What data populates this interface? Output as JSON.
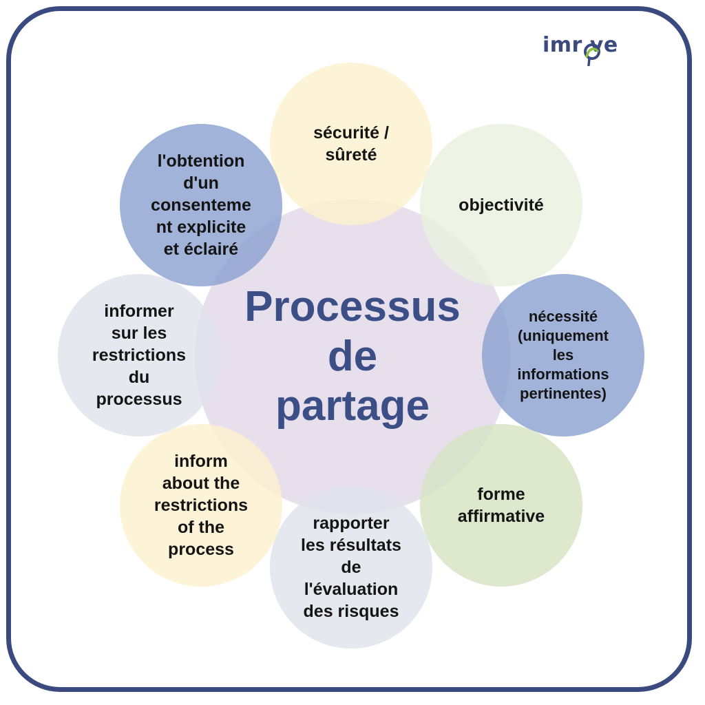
{
  "logo": {
    "text_before": "im",
    "text_after": "r ve"
  },
  "center": {
    "title": "Processus\nde\npartage"
  },
  "petals": [
    {
      "label": "sécurité /\nsûreté"
    },
    {
      "label": "objectivité"
    },
    {
      "label": "nécessité\n(uniquement\nles\ninformations\npertinentes)"
    },
    {
      "label": "forme\naffirmative"
    },
    {
      "label": "rapporter\nles résultats\nde\nl'évaluation\ndes risques"
    },
    {
      "label": "inform\nabout the\nrestrictions\nof the\nprocess"
    },
    {
      "label": "informer\nsur les\nrestrictions\ndu\nprocessus"
    },
    {
      "label": "l'obtention\nd'un\nconsenteme\nnt explicite\net éclairé"
    }
  ],
  "colors": {
    "frame": "#3b4a7e",
    "title": "#3b4f86",
    "logo_accent": "#8bbf3f"
  }
}
